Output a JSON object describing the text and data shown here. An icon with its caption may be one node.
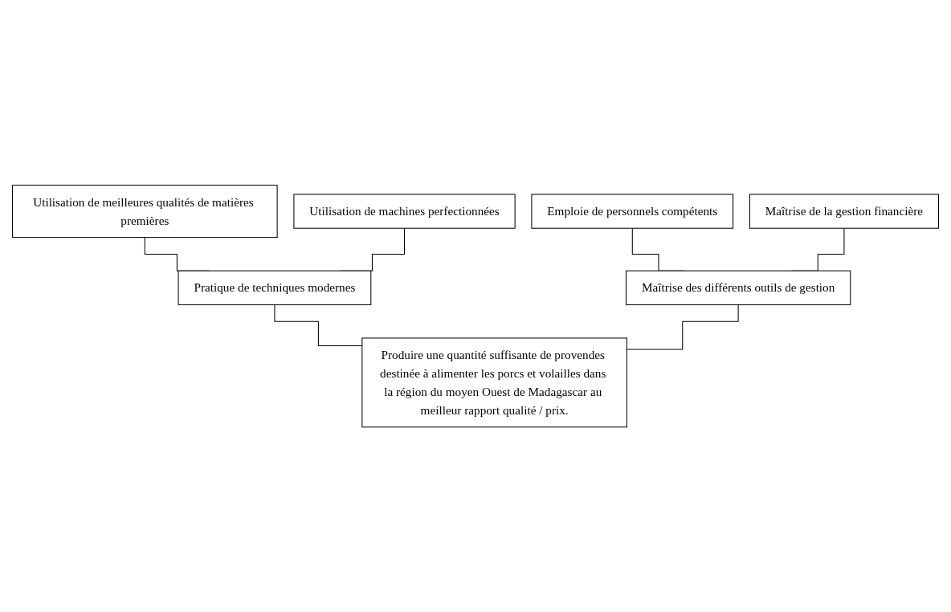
{
  "diagram": {
    "nodes": [
      {
        "text": [
          "Utilisation de meilleures qualités de matières premières"
        ]
      },
      {
        "text": [
          "Utilisation de machines perfectionnées"
        ]
      },
      {
        "text": [
          "Emploie de personnels compétents"
        ]
      },
      {
        "text": [
          "Maîtrise de la gestion financière"
        ]
      },
      {
        "text": [
          "Pratique de techniques modernes"
        ]
      },
      {
        "text": [
          "Maîtrise des différents outils de gestion"
        ]
      },
      {
        "text": [
          "Produire une quantité suffisante de provendes destinée à alimenter les porcs et volailles dans la région du moyen Ouest de Madagascar au meilleur rapport qualité / prix."
        ]
      }
    ],
    "edges": [
      {
        "from": 0,
        "to": 4,
        "arrow": "none"
      },
      {
        "from": 1,
        "to": 4,
        "arrow": "none"
      },
      {
        "from": 2,
        "to": 5,
        "arrow": "none"
      },
      {
        "from": 3,
        "to": 5,
        "arrow": "none"
      },
      {
        "from": 4,
        "to": 6,
        "arrow": "none"
      },
      {
        "from": 5,
        "to": 6,
        "arrow": "none"
      }
    ]
  }
}
